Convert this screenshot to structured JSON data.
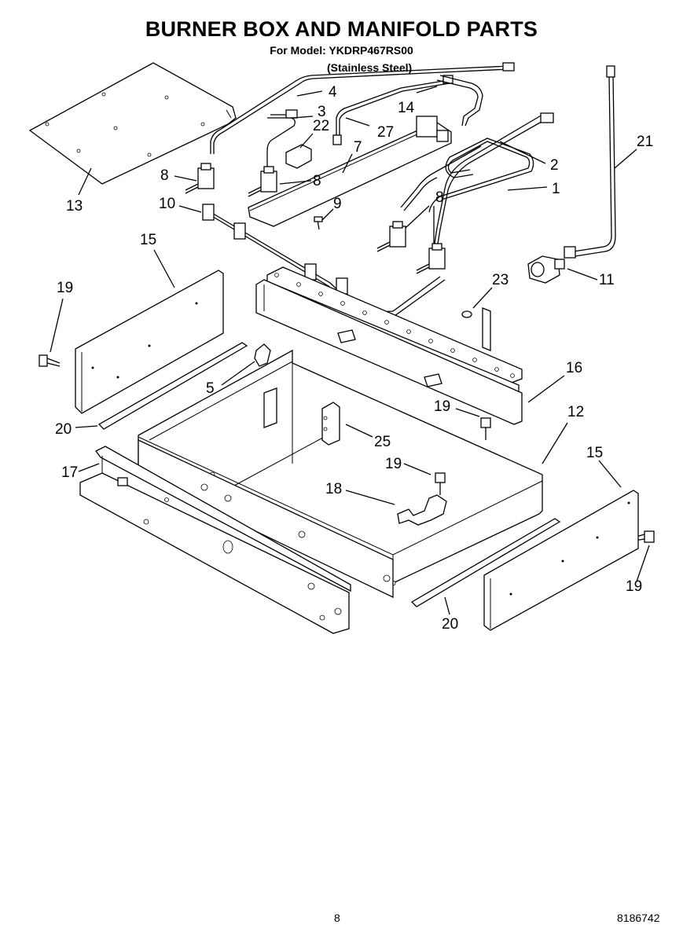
{
  "header": {
    "title": "BURNER BOX AND MANIFOLD PARTS",
    "model_line": "For Model: YKDRP467RS00",
    "finish_line": "(Stainless Steel)"
  },
  "callouts": {
    "c13": "13",
    "c4": "4",
    "c3": "3",
    "c22": "22",
    "c27": "27",
    "c14": "14",
    "c7": "7",
    "c2": "2",
    "c1": "1",
    "c21": "21",
    "c8a": "8",
    "c8b": "8",
    "c8c": "8",
    "c10": "10",
    "c9": "9",
    "c11": "11",
    "c23": "23",
    "c15a": "15",
    "c19a": "19",
    "c16": "16",
    "c5": "5",
    "c19b": "19",
    "c12": "12",
    "c20a": "20",
    "c25": "25",
    "c17": "17",
    "c19c": "19",
    "c15b": "15",
    "c18": "18",
    "c19d": "19",
    "c20b": "20"
  },
  "footer": {
    "page_number": "8",
    "document_number": "8186742"
  }
}
